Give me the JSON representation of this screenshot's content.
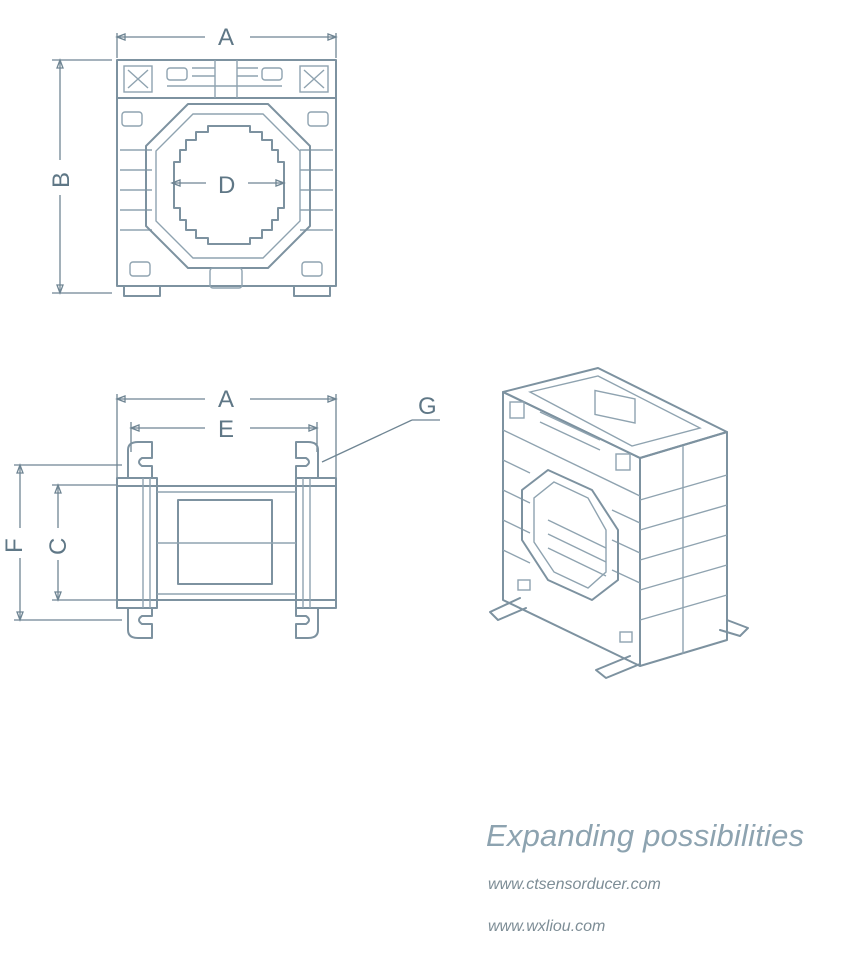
{
  "labels": {
    "a_top": "A",
    "b_side": "B",
    "d_aperture": "D",
    "a_bottom": "A",
    "e_mount": "E",
    "g_slot": "G",
    "f_height": "F",
    "c_width": "C"
  },
  "footer": {
    "slogan": "Expanding possibilities",
    "url1": "www.ctsensorducer.com",
    "url2": "www.wxliou.com"
  },
  "colors": {
    "line": "#7d92a0",
    "text": "#5f7786",
    "slogan": "#8da3b0"
  }
}
